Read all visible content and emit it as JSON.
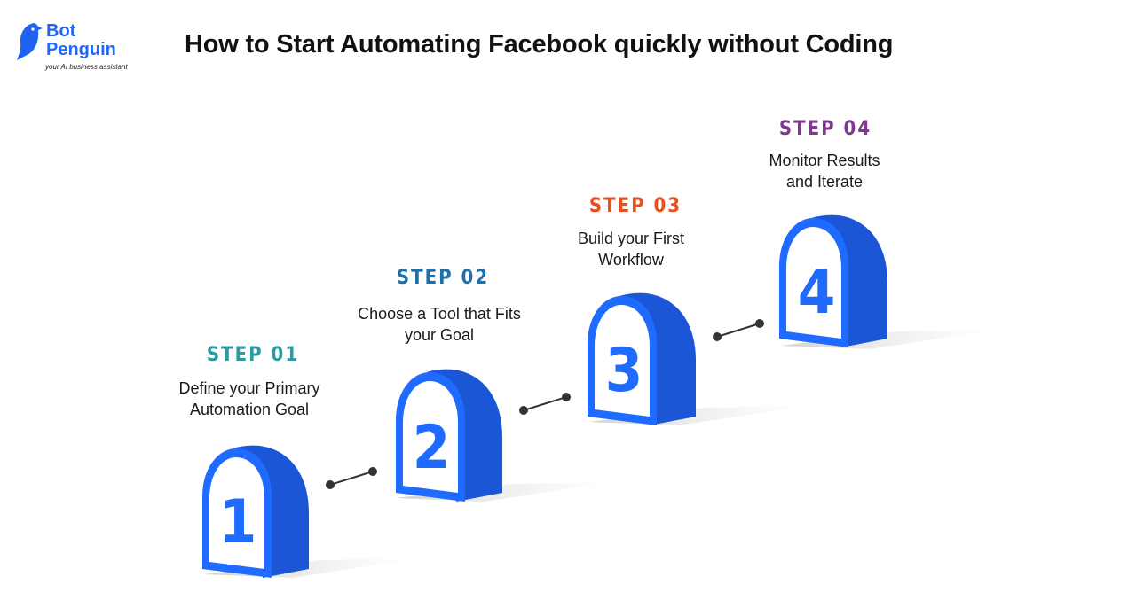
{
  "brand": {
    "name_line1": "Bot",
    "name_line2": "Penguin",
    "tagline": "your AI business assistant",
    "color": "#1f6bff",
    "icon": "penguin-logo-icon"
  },
  "title": "How to Start Automating Facebook quickly without Coding",
  "steps": [
    {
      "number": "1",
      "label": "STEP 01",
      "text_line1": "Define your Primary",
      "text_line2": "Automation Goal",
      "color": "#2a9ba3"
    },
    {
      "number": "2",
      "label": "STEP 02",
      "text_line1": "Choose a Tool that Fits",
      "text_line2": "your Goal",
      "color": "#1f6fa8"
    },
    {
      "number": "3",
      "label": "STEP 03",
      "text_line1": "Build your First",
      "text_line2": "Workflow",
      "color": "#e8501e"
    },
    {
      "number": "4",
      "label": "STEP 04",
      "text_line1": "Monitor Results",
      "text_line2": "and Iterate",
      "color": "#7d3a8f"
    }
  ],
  "tile_color": "#1f6bff"
}
